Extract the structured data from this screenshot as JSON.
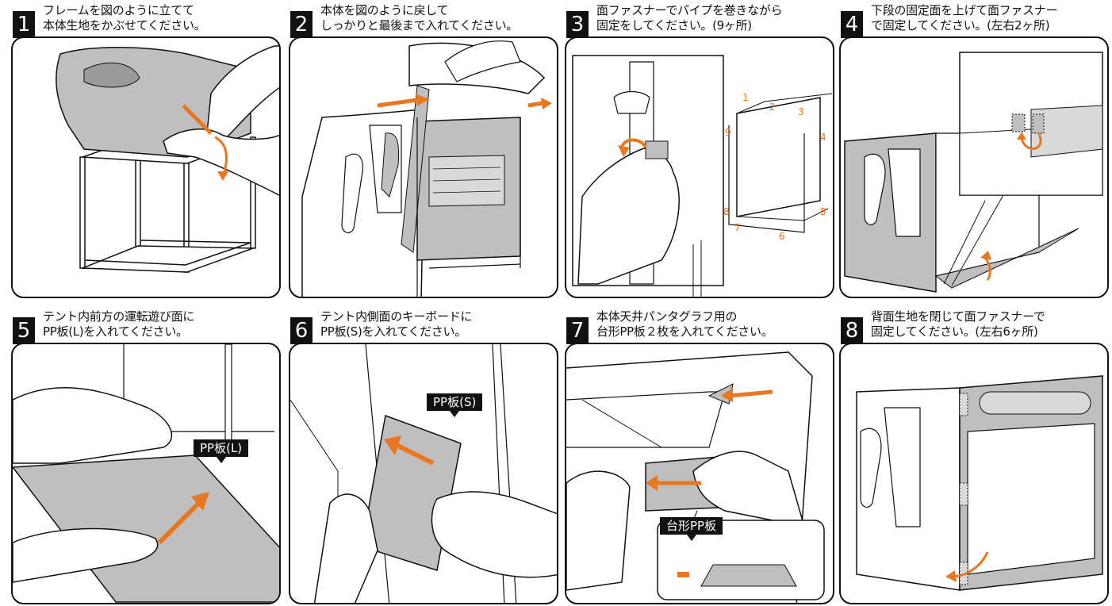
{
  "colors": {
    "accent": "#e87722",
    "fabric": "#bfbfbf",
    "ink": "#111111"
  },
  "steps": [
    {
      "num": "1",
      "line1": "フレームを図のように立てて",
      "line2": "本体生地をかぶせてください。"
    },
    {
      "num": "2",
      "line1": "本体を図のように戻して",
      "line2": "しっかりと最後まで入れてください。"
    },
    {
      "num": "3",
      "line1": "面ファスナーでパイプを巻きながら",
      "line2": "固定をしてください。(9ヶ所)"
    },
    {
      "num": "4",
      "line1": "下段の固定面を上げて面ファスナー",
      "line2": "で固定してください。(左右2ヶ所)"
    },
    {
      "num": "5",
      "line1": "テント内前方の運転遊び面に",
      "line2": "PP板(L)を入れてください。"
    },
    {
      "num": "6",
      "line1": "テント内側面のキーボードに",
      "line2": "PP板(S)を入れてください。"
    },
    {
      "num": "7",
      "line1": "本体天井パンタグラフ用の",
      "line2": "台形PP板２枚を入れてください。"
    },
    {
      "num": "8",
      "line1": "背面生地を閉じて面ファスナーで",
      "line2": "固定してください。(左右6ヶ所)"
    }
  ],
  "step3_points": [
    "1",
    "2",
    "3",
    "4",
    "5",
    "6",
    "7",
    "8",
    "9"
  ],
  "labels": {
    "pp_l": "PP板(L)",
    "pp_s": "PP板(S)",
    "trapezoid": "台形PP板"
  }
}
